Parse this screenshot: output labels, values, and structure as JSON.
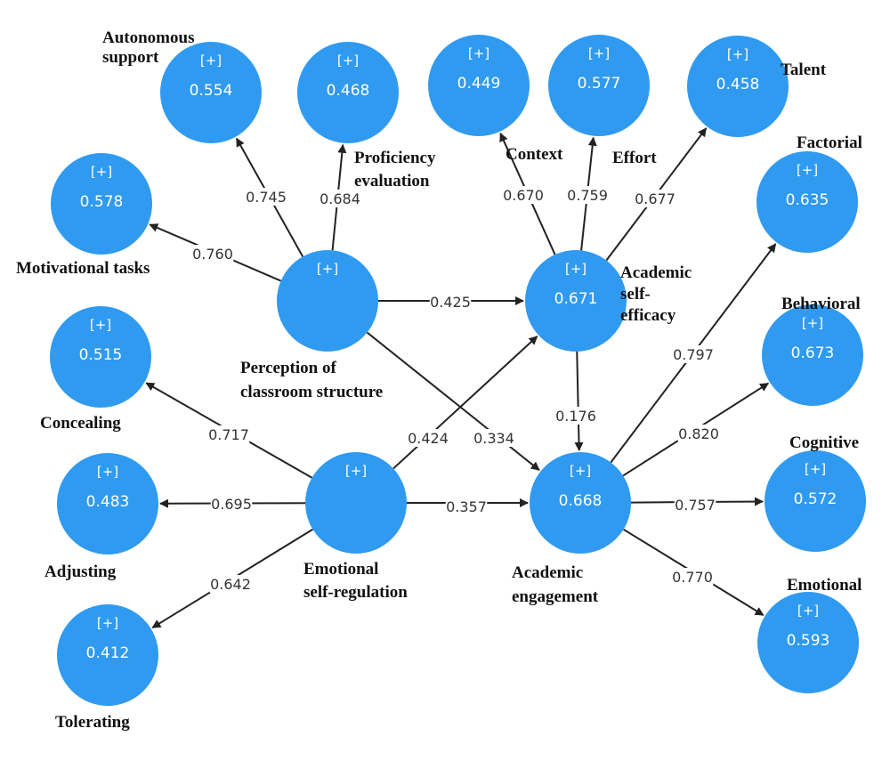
{
  "nodes": {
    "autonomous": {
      "plus": "[+]",
      "value": "0.554",
      "label": [
        "Autonomous",
        "support"
      ]
    },
    "proficiency": {
      "plus": "[+]",
      "value": "0.468",
      "label": [
        "Proficiency",
        "evaluation"
      ]
    },
    "context": {
      "plus": "[+]",
      "value": "0.449",
      "label": [
        "Context"
      ]
    },
    "effort": {
      "plus": "[+]",
      "value": "0.577",
      "label": [
        "Effort"
      ]
    },
    "talent": {
      "plus": "[+]",
      "value": "0.458",
      "label": [
        "Talent"
      ]
    },
    "motivational": {
      "plus": "[+]",
      "value": "0.578",
      "label": [
        "Motivational tasks"
      ]
    },
    "factorial": {
      "plus": "[+]",
      "value": "0.635",
      "label": [
        "Factorial"
      ]
    },
    "perception": {
      "plus": "[+]",
      "value": "",
      "label": [
        "Perception of",
        "classroom structure"
      ]
    },
    "selfefficacy": {
      "plus": "[+]",
      "value": "0.671",
      "label": [
        "Academic",
        "self-",
        "efficacy"
      ]
    },
    "concealing": {
      "plus": "[+]",
      "value": "0.515",
      "label": [
        "Concealing"
      ]
    },
    "behavioral": {
      "plus": "[+]",
      "value": "0.673",
      "label": [
        "Behavioral"
      ]
    },
    "adjusting": {
      "plus": "[+]",
      "value": "0.483",
      "label": [
        "Adjusting"
      ]
    },
    "emoreg": {
      "plus": "[+]",
      "value": "",
      "label": [
        "Emotional",
        "self-regulation"
      ]
    },
    "engagement": {
      "plus": "[+]",
      "value": "0.668",
      "label": [
        "Academic",
        "engagement"
      ]
    },
    "cognitive": {
      "plus": "[+]",
      "value": "0.572",
      "label": [
        "Cognitive"
      ]
    },
    "tolerating": {
      "plus": "[+]",
      "value": "0.412",
      "label": [
        "Tolerating"
      ]
    },
    "emotional": {
      "plus": "[+]",
      "value": "0.593",
      "label": [
        "Emotional"
      ]
    }
  },
  "edges": [
    {
      "from": "perception",
      "to": "autonomous",
      "coef": "0.745"
    },
    {
      "from": "perception",
      "to": "proficiency",
      "coef": "0.684"
    },
    {
      "from": "perception",
      "to": "motivational",
      "coef": "0.760"
    },
    {
      "from": "perception",
      "to": "selfefficacy",
      "coef": "0.425"
    },
    {
      "from": "perception",
      "to": "engagement",
      "coef": "0.334"
    },
    {
      "from": "selfefficacy",
      "to": "context",
      "coef": "0.670"
    },
    {
      "from": "selfefficacy",
      "to": "effort",
      "coef": "0.759"
    },
    {
      "from": "selfefficacy",
      "to": "talent",
      "coef": "0.677"
    },
    {
      "from": "selfefficacy",
      "to": "engagement",
      "coef": "0.176"
    },
    {
      "from": "emoreg",
      "to": "concealing",
      "coef": "0.717"
    },
    {
      "from": "emoreg",
      "to": "adjusting",
      "coef": "0.695"
    },
    {
      "from": "emoreg",
      "to": "tolerating",
      "coef": "0.642"
    },
    {
      "from": "emoreg",
      "to": "selfefficacy",
      "coef": "0.424"
    },
    {
      "from": "emoreg",
      "to": "engagement",
      "coef": "0.357"
    },
    {
      "from": "engagement",
      "to": "factorial",
      "coef": "0.797"
    },
    {
      "from": "engagement",
      "to": "behavioral",
      "coef": "0.820"
    },
    {
      "from": "engagement",
      "to": "cognitive",
      "coef": "0.757"
    },
    {
      "from": "engagement",
      "to": "emotional",
      "coef": "0.770"
    }
  ],
  "colors": {
    "node": "#2f9af0",
    "edge": "#222222",
    "text": "#111111"
  }
}
